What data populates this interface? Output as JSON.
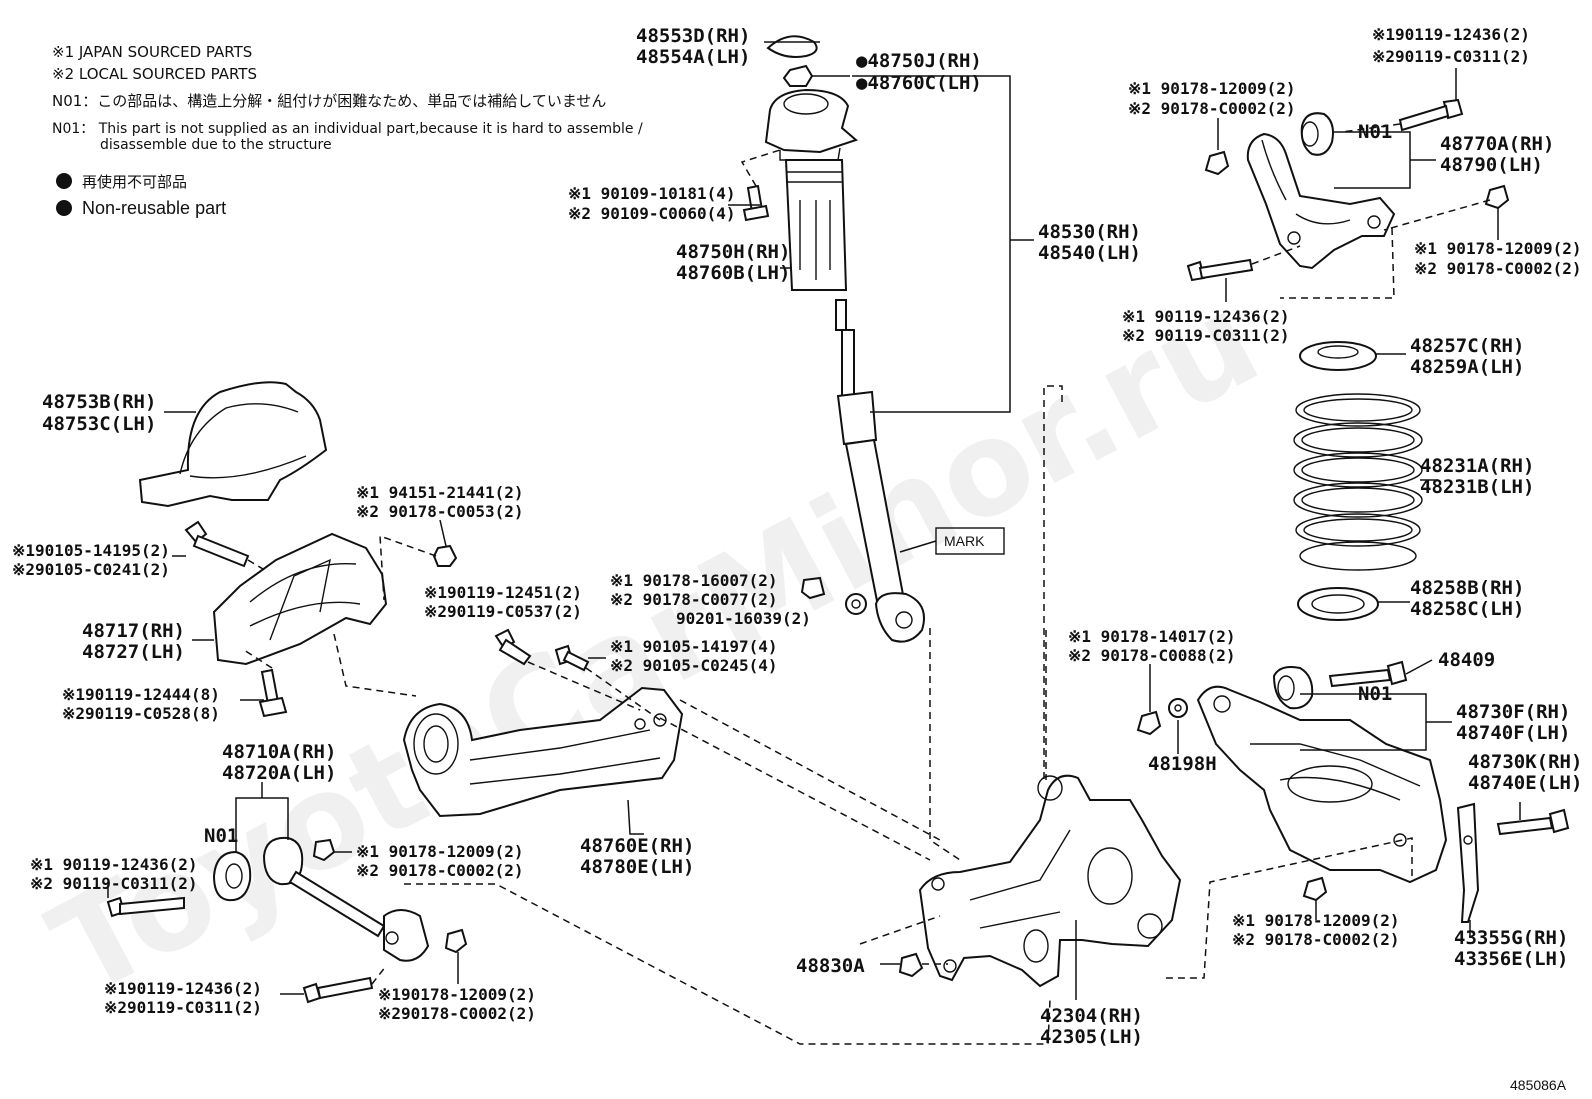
{
  "watermark": "ToyotaCarMinor.ru",
  "legend": {
    "note1": "※1 JAPAN SOURCED PARTS",
    "note2": "※2 LOCAL SOURCED PARTS",
    "n01_jp": "N01：この部品は、構造上分解・組付けが困難なため、単品では補給していません",
    "n01_en_line1": "N01： This part is not supplied as an individual part,because it is hard to assemble /",
    "n01_en_line2": "disassemble due to the structure",
    "nonreusable_jp": "再使用不可部品",
    "nonreusable_en": "Non-reusable part"
  },
  "labels": {
    "p48553D": "48553D(RH)",
    "p48554A": "48554A(LH)",
    "p48750J": "●48750J(RH)",
    "p48760C": "●48760C(LH)",
    "p90109_1": "※1 90109-10181(4)",
    "p90109_2": "※2 90109-C0060(4)",
    "p48750H": "48750H(RH)",
    "p48760B": "48760B(LH)",
    "p48530": "48530(RH)",
    "p48540": "48540(LH)",
    "mark": "MARK",
    "p48753B": "48753B(RH)",
    "p48753C": "48753C(LH)",
    "p94151_1": "※1 94151-21441(2)",
    "p94151_2": "※2 90178-C0053(2)",
    "p90105a_1": "※190105-14195(2)",
    "p90105a_2": "※290105-C0241(2)",
    "p48717": "48717(RH)",
    "p48727": "48727(LH)",
    "p90119a_1": "※190119-12444(8)",
    "p90119a_2": "※290119-C0528(8)",
    "p90119b_1": "※190119-12451(2)",
    "p90119b_2": "※290119-C0537(2)",
    "p90178a_1": "※1 90178-16007(2)",
    "p90178a_2": "※2 90178-C0077(2)",
    "p90201": "90201-16039(2)",
    "p90105b_1": "※1 90105-14197(4)",
    "p90105b_2": "※2 90105-C0245(4)",
    "p48710A": "48710A(RH)",
    "p48720A": "48720A(LH)",
    "n01_a": "N01",
    "p90119c_1": "※1 90119-12436(2)",
    "p90119c_2": "※2 90119-C0311(2)",
    "p90178b_1": "※1 90178-12009(2)",
    "p90178b_2": "※2 90178-C0002(2)",
    "p48760E": "48760E(RH)",
    "p48780E": "48780E(LH)",
    "p90119d_1": "※190119-12436(2)",
    "p90119d_2": "※290119-C0311(2)",
    "p90178c_1": "※190178-12009(2)",
    "p90178c_2": "※290178-C0002(2)",
    "p48830A": "48830A",
    "p42304": "42304(RH)",
    "p42305": "42305(LH)",
    "p90119e_1": "※190119-12436(2)",
    "p90119e_2": "※290119-C0311(2)",
    "p90178d_1": "※1 90178-12009(2)",
    "p90178d_2": "※2 90178-C0002(2)",
    "n01_b": "N01",
    "p48770A": "48770A(RH)",
    "p48790": "48790(LH)",
    "p90178e_1": "※1 90178-12009(2)",
    "p90178e_2": "※2 90178-C0002(2)",
    "p90119f_1": "※1 90119-12436(2)",
    "p90119f_2": "※2 90119-C0311(2)",
    "p48257C": "48257C(RH)",
    "p48259A": "48259A(LH)",
    "p48231A": "48231A(RH)",
    "p48231B": "48231B(LH)",
    "p48258B": "48258B(RH)",
    "p48258C": "48258C(LH)",
    "p90178f_1": "※1 90178-14017(2)",
    "p90178f_2": "※2 90178-C0088(2)",
    "p48409": "48409",
    "n01_c": "N01",
    "p48730F": "48730F(RH)",
    "p48740F": "48740F(LH)",
    "p48198H": "48198H",
    "p48730K": "48730K(RH)",
    "p48740E": "48740E(LH)",
    "p90178g_1": "※1 90178-12009(2)",
    "p90178g_2": "※2 90178-C0002(2)",
    "p43355G": "43355G(RH)",
    "p43356E": "43356E(LH)"
  },
  "footer": {
    "figure_id": "485086A"
  }
}
